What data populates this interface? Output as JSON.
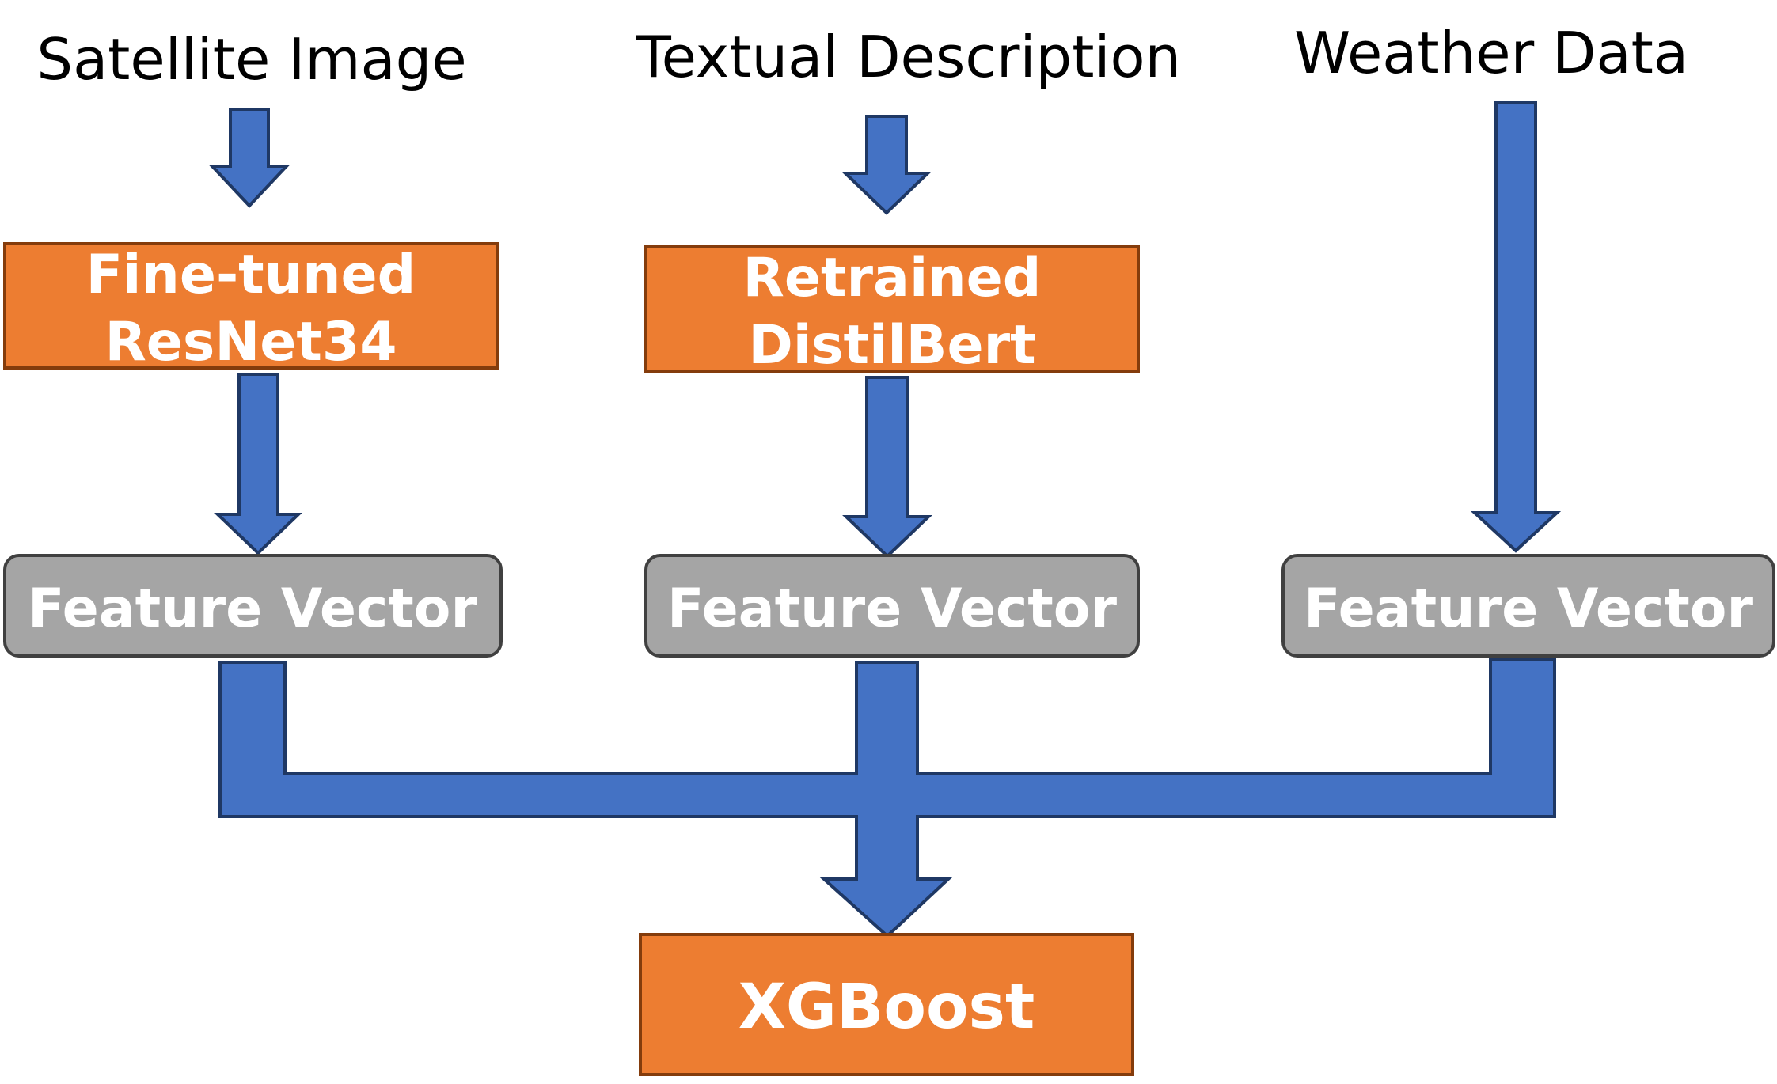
{
  "inputs": {
    "satellite": "Satellite Image",
    "text": "Textual Description",
    "weather": "Weather Data"
  },
  "models": {
    "resnet": [
      "Fine-tuned",
      "ResNet34"
    ],
    "distilbert": [
      "Retrained",
      "DistilBert"
    ]
  },
  "features": {
    "image": "Feature Vector",
    "text": "Feature Vector",
    "weather": "Feature Vector"
  },
  "output": {
    "label": "XGBoost"
  },
  "colors": {
    "arrow_fill": "#4472c4",
    "arrow_stroke": "#1f3864",
    "model_fill": "#ed7d31",
    "feature_fill": "#a5a5a5",
    "label_text": "#000000",
    "box_text": "#ffffff"
  }
}
